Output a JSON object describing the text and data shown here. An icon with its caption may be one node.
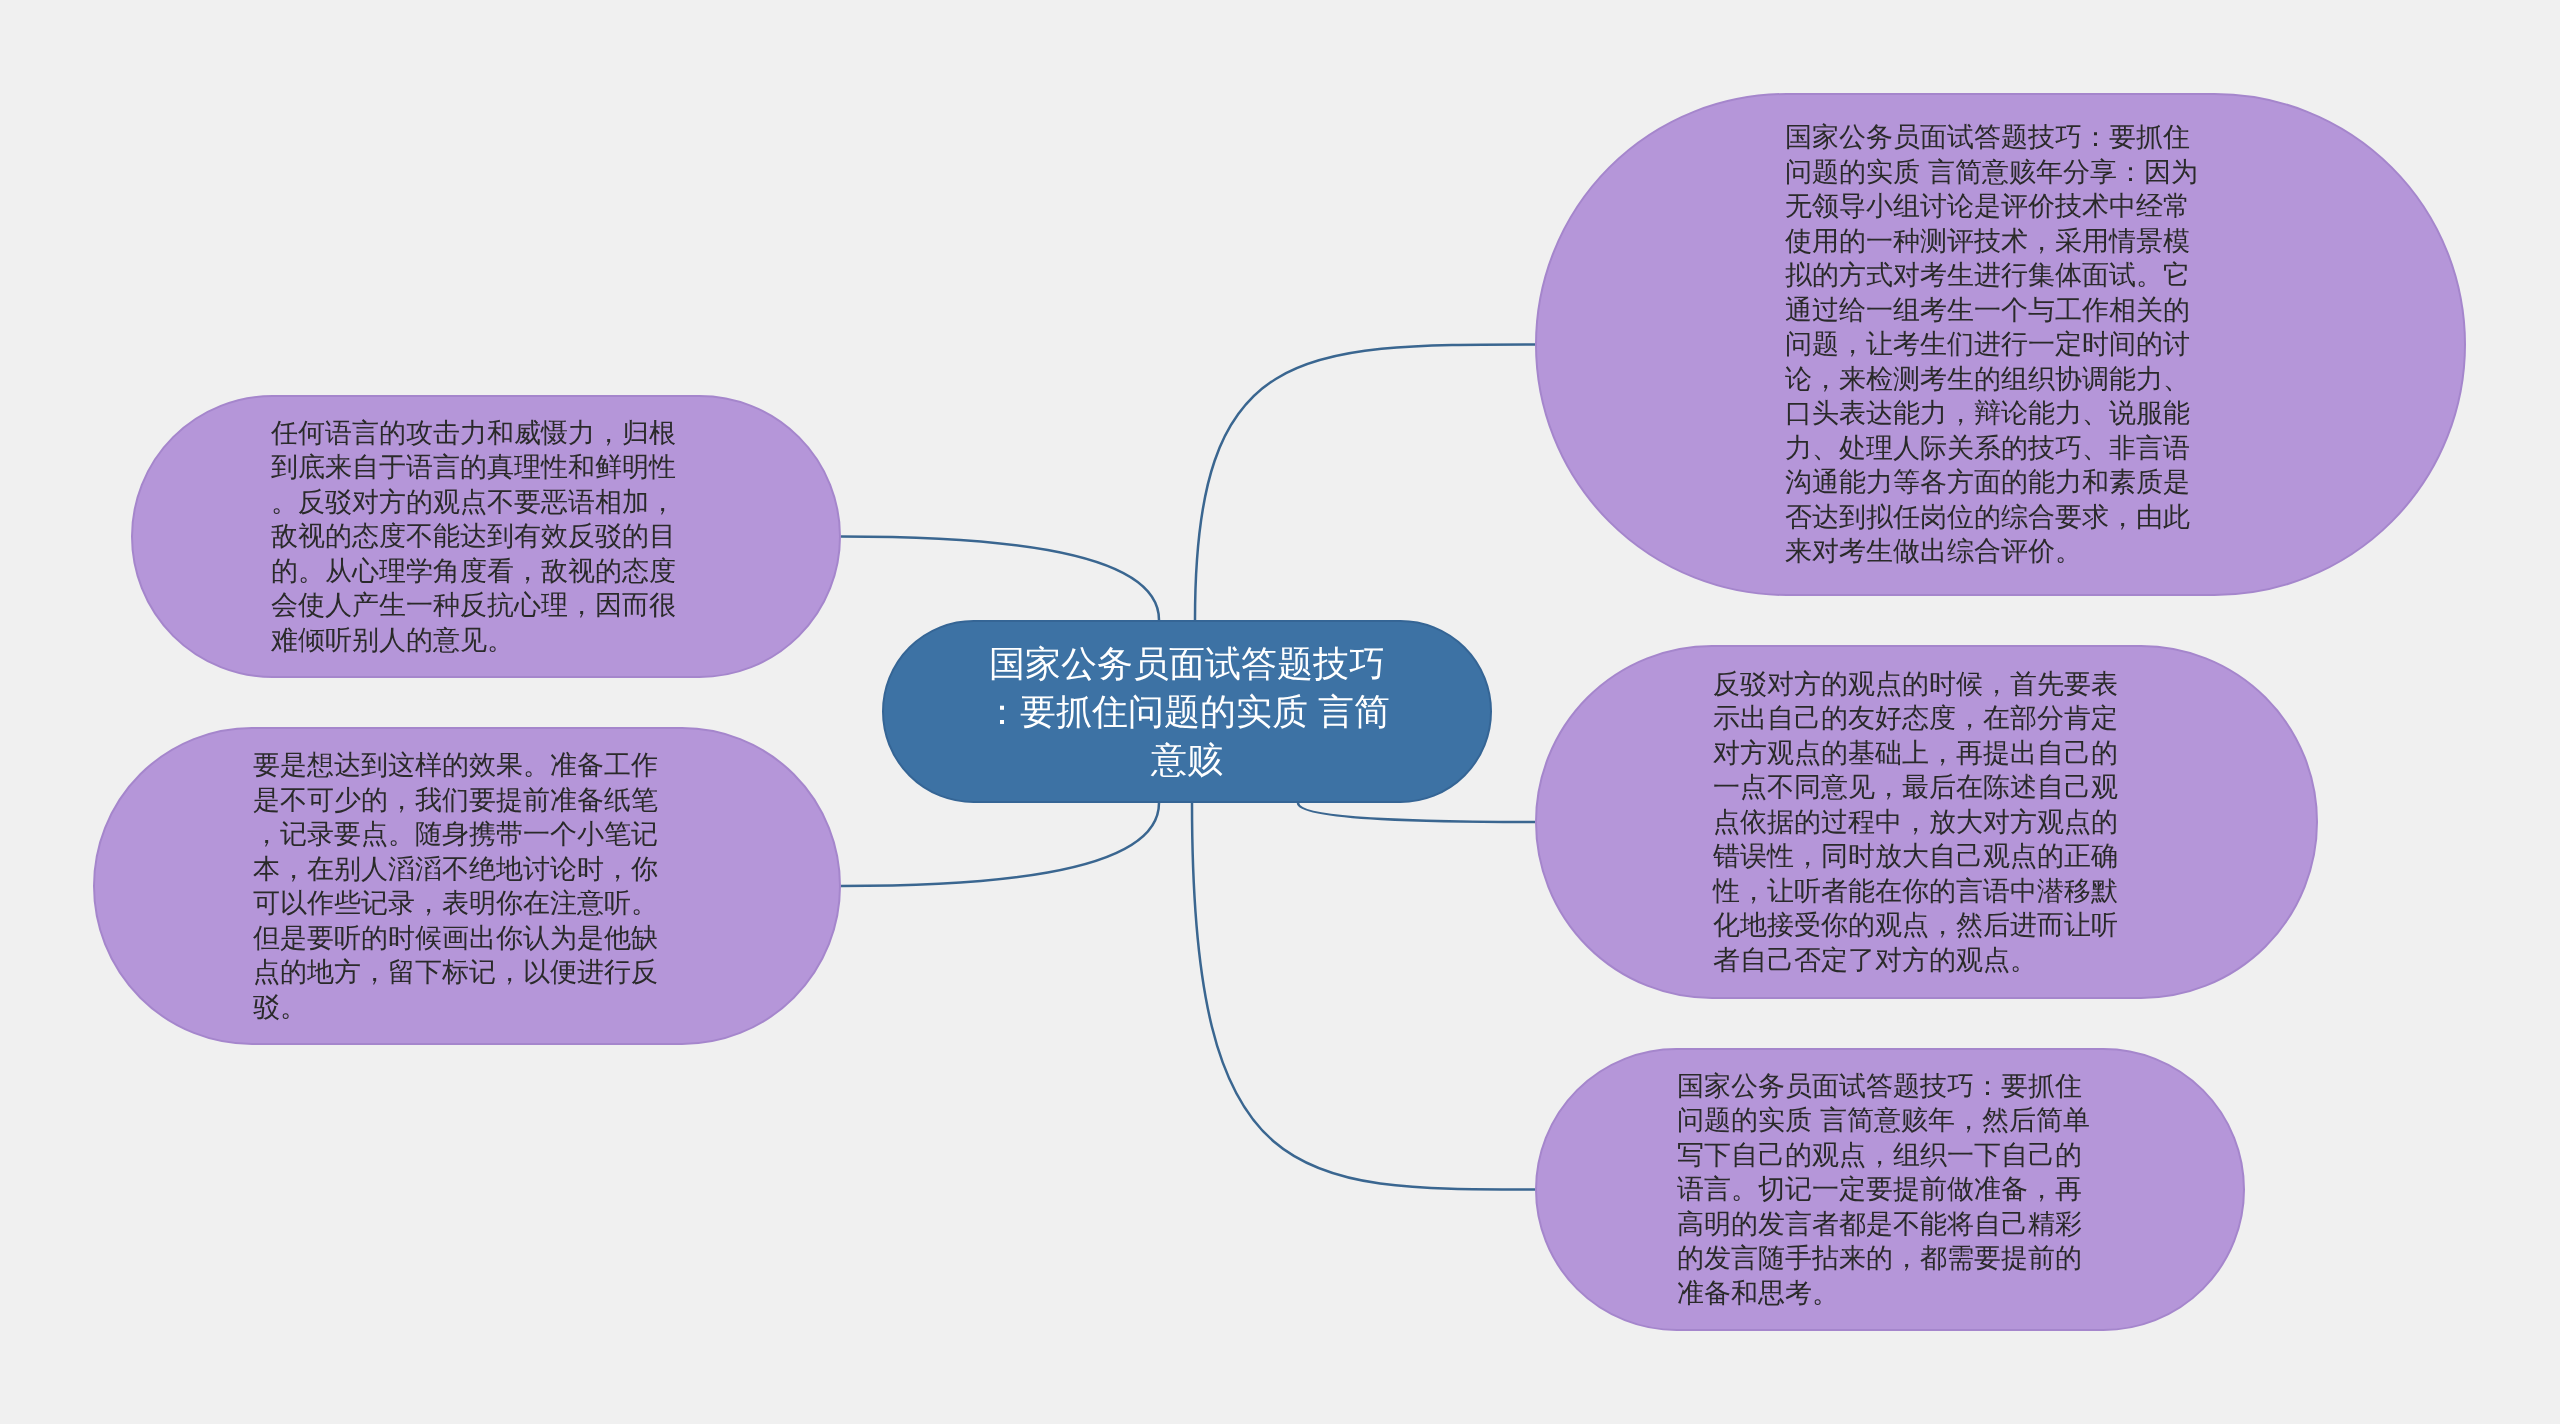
{
  "diagram": {
    "nodes": [
      {
        "text": [
          "国家公务员面试答题技巧：要抓住问题的实质 言简意赅"
        ]
      },
      {
        "text": [
          "国家公务员面试答题技巧：要抓住问题的实质 言简意赅年分享：因为无领导小组讨论是评价技术中经常使用的一种测评技术，采用情景模拟的方式对考生进行集体面试。它通过给一组考生一个与工作相关的问题，让考生们进行一定时间的讨论，来检测考生的组织协调能力、口头表达能力，辩论能力、说服能力、处理人际关系的技巧、非言语沟通能力等各方面的能力和素质是否达到拟任岗位的综合要求，由此来对考生做出综合评价。"
        ]
      },
      {
        "text": [
          "任何语言的攻击力和威慑力，归根到底来自于语言的真理性和鲜明性。反驳对方的观点不要恶语相加，敌视的态度不能达到有效反驳的目的。从心理学角度看，敌视的态度会使人产生一种反抗心理，因而很难倾听别人的意见。"
        ]
      },
      {
        "text": [
          "反驳对方的观点的时候，首先要表示出自己的友好态度，在部分肯定对方观点的基础上，再提出自己的一点不同意见，最后在陈述自己观点依据的过程中，放大对方观点的错误性，同时放大自己观点的正确性，让听者能在你的言语中潜移默化地接受你的观点，然后进而让听者自己否定了对方的观点。"
        ]
      },
      {
        "text": [
          "要是想达到这样的效果。准备工作是不可少的，我们要提前准备纸笔，记录要点。随身携带一个小笔记本，在别人滔滔不绝地讨论时，你可以作些记录，表明你在注意听。但是要听的时候画出你认为是他缺点的地方，留下标记，以便进行反驳。"
        ]
      },
      {
        "text": [
          "国家公务员面试答题技巧：要抓住问题的实质 言简意赅年，然后简单写下自己的观点，组织一下自己的语言。切记一定要提前做准备，再高明的发言者都是不能将自己精彩的发言随手拈来的，都需要提前的准备和思考。"
        ]
      }
    ],
    "edges": [
      {
        "from": 0,
        "to": 1,
        "arrow": "none"
      },
      {
        "from": 0,
        "to": 2,
        "arrow": "none"
      },
      {
        "from": 0,
        "to": 3,
        "arrow": "none"
      },
      {
        "from": 0,
        "to": 4,
        "arrow": "none"
      },
      {
        "from": 0,
        "to": 5,
        "arrow": "none"
      }
    ]
  }
}
